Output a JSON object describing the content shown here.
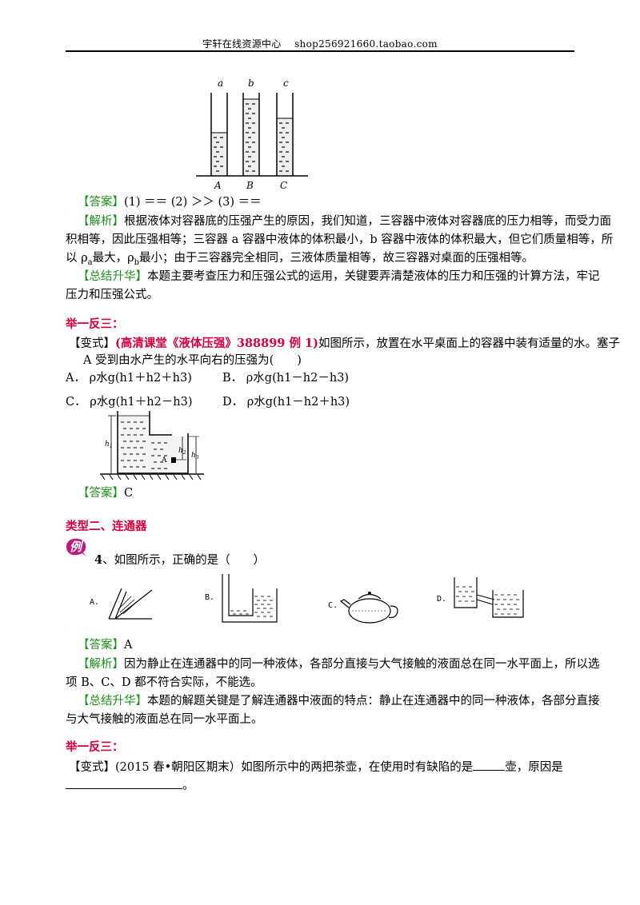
{
  "header": {
    "site": "宇轩在线资源中心",
    "shop": "shop256921660.taobao.com"
  },
  "fig1": {
    "top_labels": [
      "a",
      "b",
      "c"
    ],
    "bottom_labels": [
      "A",
      "B",
      "C"
    ]
  },
  "answer1": {
    "tag": "【答案】",
    "text": "(1) ＝＝ (2) ＞＞ (3) ＝＝"
  },
  "analysis1": {
    "tag": "【解析】",
    "line1": "根据液体对容器底的压强产生的原因，我们知道，三容器中液体对容器底的压力相等，而受力面",
    "line2": "积相等，因此压强相等；三容器 a 容器中液体的体积最小，b 容器中液体的体积最大，但它们质量相等，所",
    "line3a": "以 ρ",
    "line3a_sub": "a",
    "line3b": "最大，ρ",
    "line3b_sub": "b",
    "line3c": "最小；由于三容器完全相同，三液体质量相等，故三容器对桌面的压强相等。"
  },
  "summary1": {
    "tag": "【总结升华】",
    "line1": "本题主要考查压力和压强公式的运用，关键要弄清楚液体的压力和压强的计算方法，牢记",
    "line2": "压力和压强公式。"
  },
  "section_juyi1": "举一反三：",
  "variant1": {
    "tag_open": "【变式】",
    "source": "(高清课堂《液体压强》388899 例 1)",
    "line1": "如图所示，放置在水平桌面上的容器中装有适量的水。塞子",
    "line2": "A 受到由水产生的水平向右的压强为(　　)"
  },
  "options": [
    {
      "label": "A．",
      "text": "ρ水g(h1＋h2＋h3)"
    },
    {
      "label": "B．",
      "text": "ρ水g(h1－h2－h3)"
    },
    {
      "label": "C．",
      "text": "ρ水g(h1＋h2－h3)"
    },
    {
      "label": "D．",
      "text": "ρ水g(h1－h2＋h3)"
    }
  ],
  "fig2": {
    "h1": "h",
    "h1_sub": "1",
    "h2": "h",
    "h2_sub": "2",
    "h3": "h",
    "h3_sub": "3",
    "plug": "A"
  },
  "answer2": {
    "tag": "【答案】",
    "text": "C"
  },
  "section_type2": "类型二、连通器",
  "example_badge": "例",
  "q4": {
    "num": "4",
    "text": "、如图所示，正确的是（　　）"
  },
  "fig3": {
    "labels": [
      "A.",
      "B.",
      "C.",
      "D."
    ]
  },
  "answer3": {
    "tag": "【答案】",
    "text": "A"
  },
  "analysis3": {
    "tag": "【解析】",
    "line1": "因为静止在连通器中的同一种液体，各部分直接与大气接触的液面总在同一水平面上，所以选",
    "line2": "项 B、C、D 都不符合实际，不能选。"
  },
  "summary3": {
    "tag": "【总结升华】",
    "line1": "本题的解题关键是了解连通器中液面的特点：静止在连通器中的同一种液体，各部分直接",
    "line2": "与大气接触的液面总在同一水平面上。"
  },
  "section_juyi2": "举一反三：",
  "variant2": {
    "tag": "【变式】",
    "line1a": "(2015 春•朝阳区期末）如图所示中的两把茶壶，在使用时有缺陷的是",
    "line1b": "壶，原因是",
    "line2_end": "。"
  },
  "colors": {
    "green": "#1f8f1f",
    "red": "#d4003c"
  }
}
